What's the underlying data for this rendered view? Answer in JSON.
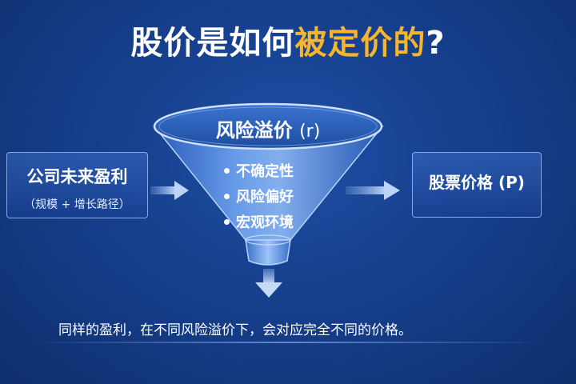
{
  "title": {
    "part1": "股价是如何",
    "part2": "被定价的",
    "part3": "?"
  },
  "input_box": {
    "main": "公司未来盈利",
    "sub": "（规模 + 增长路径）"
  },
  "funnel": {
    "title": "风险溢价",
    "symbol": "(r)",
    "items": [
      "不确定性",
      "风险偏好",
      "宏观环境"
    ]
  },
  "output_box": {
    "main": "股票价格 (P)"
  },
  "caption": "同样的盈利，在不同风险溢价下，会对应完全不同的价格。",
  "colors": {
    "background": "#163f8c",
    "accent": "#f5b52e",
    "funnel": "#4f8ae0"
  }
}
